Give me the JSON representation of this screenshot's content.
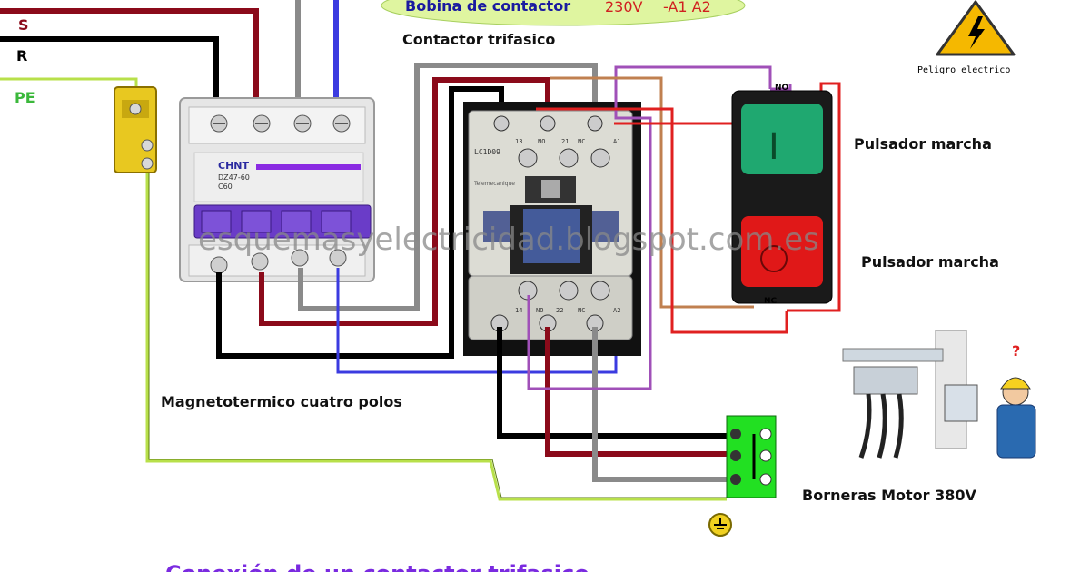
{
  "line_labels": {
    "s": "S",
    "r": "R",
    "pe": "PE"
  },
  "coil_label": {
    "text": "Bobina de contactor",
    "voltage": "230V",
    "terminals": "-A1 A2"
  },
  "contactor": {
    "label": "Contactor trifasico",
    "model": "LC1D09",
    "brand": "Telemecanique",
    "top_terminals": [
      "13",
      "NO",
      "21",
      "NC",
      "A1"
    ],
    "bottom_terminals": [
      "14",
      "NO",
      "22",
      "NC",
      "A2"
    ]
  },
  "breaker": {
    "label": "Magnetotermico cuatro polos",
    "brand": "CHNT",
    "model": "DZ47-60",
    "rating": "C60"
  },
  "warning": {
    "label": "Peligro electrico"
  },
  "pushbuttons": {
    "start_label": "Pulsador marcha",
    "stop_label": "Pulsador marcha",
    "no_label": "NO",
    "nc_label": "NC",
    "start_symbol": "I",
    "stop_symbol": "O"
  },
  "motor_terminals": {
    "label": "Borneras Motor 380V"
  },
  "watermark": "esquemasyelectricidad.blogspot.com.es",
  "footer_text": "Conexión de un contactor trifasico",
  "colors": {
    "l1_brown_red": "#8b0a1a",
    "l2_black": "#000000",
    "l3_gray": "#8a8a8a",
    "neutral_blue": "#3b3be0",
    "pe_yellow_green": "#b8e04a",
    "control_purple": "#a050b8",
    "control_red": "#e02020",
    "control_tan": "#c08050",
    "coil_bubble": "#dff5a0",
    "terminal_block_green": "#22e022"
  }
}
